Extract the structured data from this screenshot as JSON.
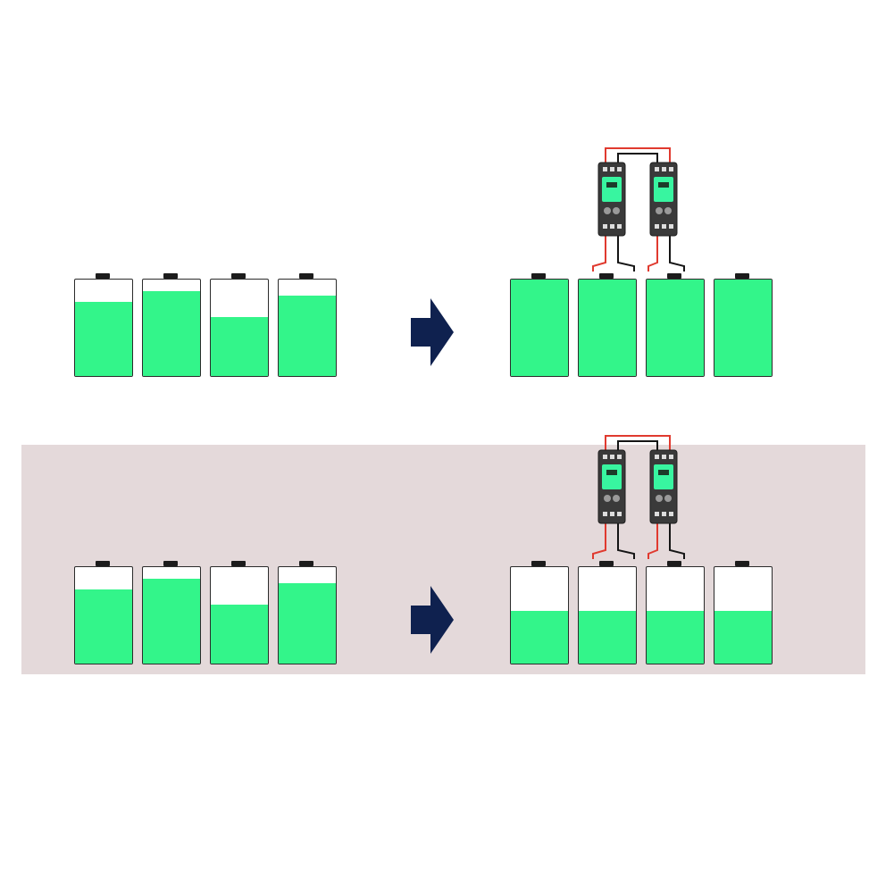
{
  "colors": {
    "fill": "#33f58a",
    "outline": "#2b2b2b",
    "terminal": "#1c1c1c",
    "arrow": "#0f214f",
    "panel_background": "#e4d9da",
    "wire_red": "#e03a2f",
    "wire_black": "#151515",
    "device_body": "#3a3a3a",
    "device_screen": "#38f5a0"
  },
  "scenarios": [
    {
      "before_levels": [
        0.77,
        0.88,
        0.61,
        0.83
      ],
      "after_levels": [
        1.0,
        1.0,
        1.0,
        1.0
      ],
      "balancer_count": 2
    },
    {
      "before_levels": [
        0.77,
        0.88,
        0.61,
        0.83
      ],
      "after_levels": [
        0.55,
        0.55,
        0.55,
        0.55
      ],
      "balancer_count": 2
    }
  ]
}
